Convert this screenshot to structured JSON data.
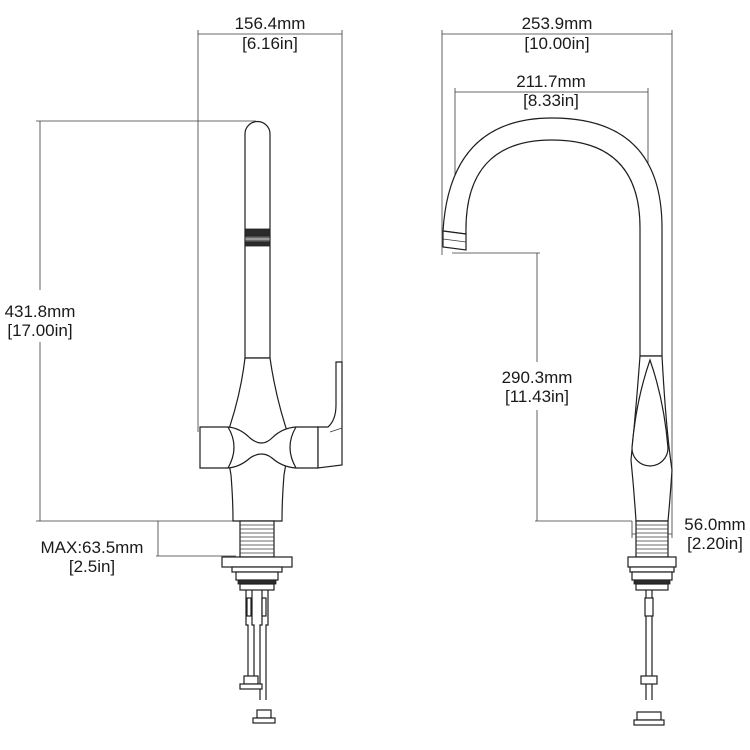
{
  "front_view": {
    "width": {
      "mm": "156.4mm",
      "in": "[6.16in]"
    },
    "height": {
      "mm": "431.8mm",
      "in": "[17.00in]"
    },
    "max_deck": {
      "mm": "MAX:63.5mm",
      "in": "[2.5in]"
    }
  },
  "side_view": {
    "overall_reach": {
      "mm": "253.9mm",
      "in": "[10.00in]"
    },
    "spout_reach": {
      "mm": "211.7mm",
      "in": "[8.33in]"
    },
    "spout_height": {
      "mm": "290.3mm",
      "in": "[11.43in]"
    },
    "base_diameter": {
      "mm": "56.0mm",
      "in": "[2.20in]"
    }
  }
}
